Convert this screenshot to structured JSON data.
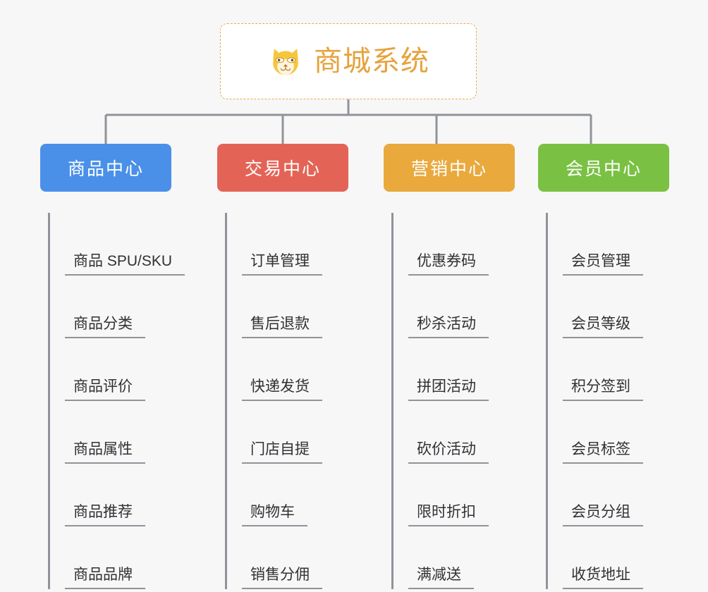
{
  "page": {
    "background_color": "#f7f7f7",
    "line_color": "#909399"
  },
  "root": {
    "title": "商城系统",
    "icon_name": "shiba-dog-face-icon",
    "title_color": "#e6a23c",
    "border_color": "#e8ab4e",
    "background_color": "#ffffff"
  },
  "columns": [
    {
      "title": "商品中心",
      "color": "#4a90e8",
      "items": [
        "商品 SPU/SKU",
        "商品分类",
        "商品评价",
        "商品属性",
        "商品推荐",
        "商品品牌"
      ]
    },
    {
      "title": "交易中心",
      "color": "#e36457",
      "items": [
        "订单管理",
        "售后退款",
        "快递发货",
        "门店自提",
        "购物车",
        "销售分佣"
      ]
    },
    {
      "title": "营销中心",
      "color": "#e9a93d",
      "items": [
        "优惠券码",
        "秒杀活动",
        "拼团活动",
        "砍价活动",
        "限时折扣",
        "满减送"
      ]
    },
    {
      "title": "会员中心",
      "color": "#7ac143",
      "items": [
        "会员管理",
        "会员等级",
        "积分签到",
        "会员标签",
        "会员分组",
        "收货地址"
      ]
    }
  ]
}
